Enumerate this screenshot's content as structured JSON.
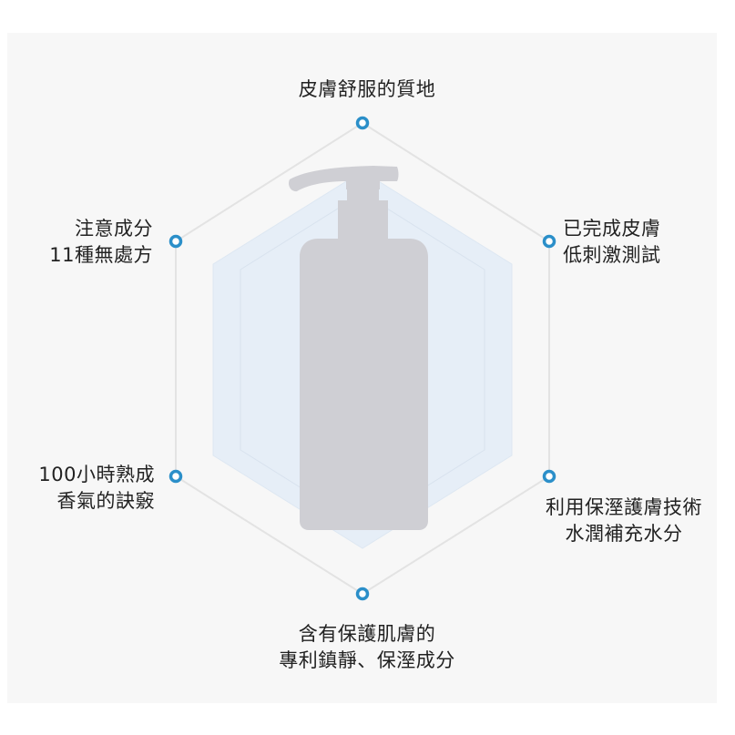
{
  "features": {
    "top": {
      "lines": [
        "皮膚舒服的質地"
      ]
    },
    "upper_left": {
      "lines": [
        "注意成分",
        "11種無處方"
      ]
    },
    "upper_right": {
      "lines": [
        "已完成皮膚",
        "低刺激測試"
      ]
    },
    "lower_left": {
      "lines": [
        "100小時熟成",
        "香氣的訣竅"
      ]
    },
    "lower_right": {
      "lines": [
        "利用保溼護膚技術",
        "水潤補充水分"
      ]
    },
    "bottom": {
      "lines": [
        "含有保護肌膚的",
        "專利鎮靜、保溼成分"
      ]
    }
  },
  "colors": {
    "accent": "#2b8fc9",
    "bottle": "#cfcfd4",
    "hexagon_fill": "#e6eef7",
    "outline": "#e3e3e3"
  },
  "icons": {
    "node_marker": "ring-marker-icon",
    "product": "pump-bottle-icon"
  }
}
